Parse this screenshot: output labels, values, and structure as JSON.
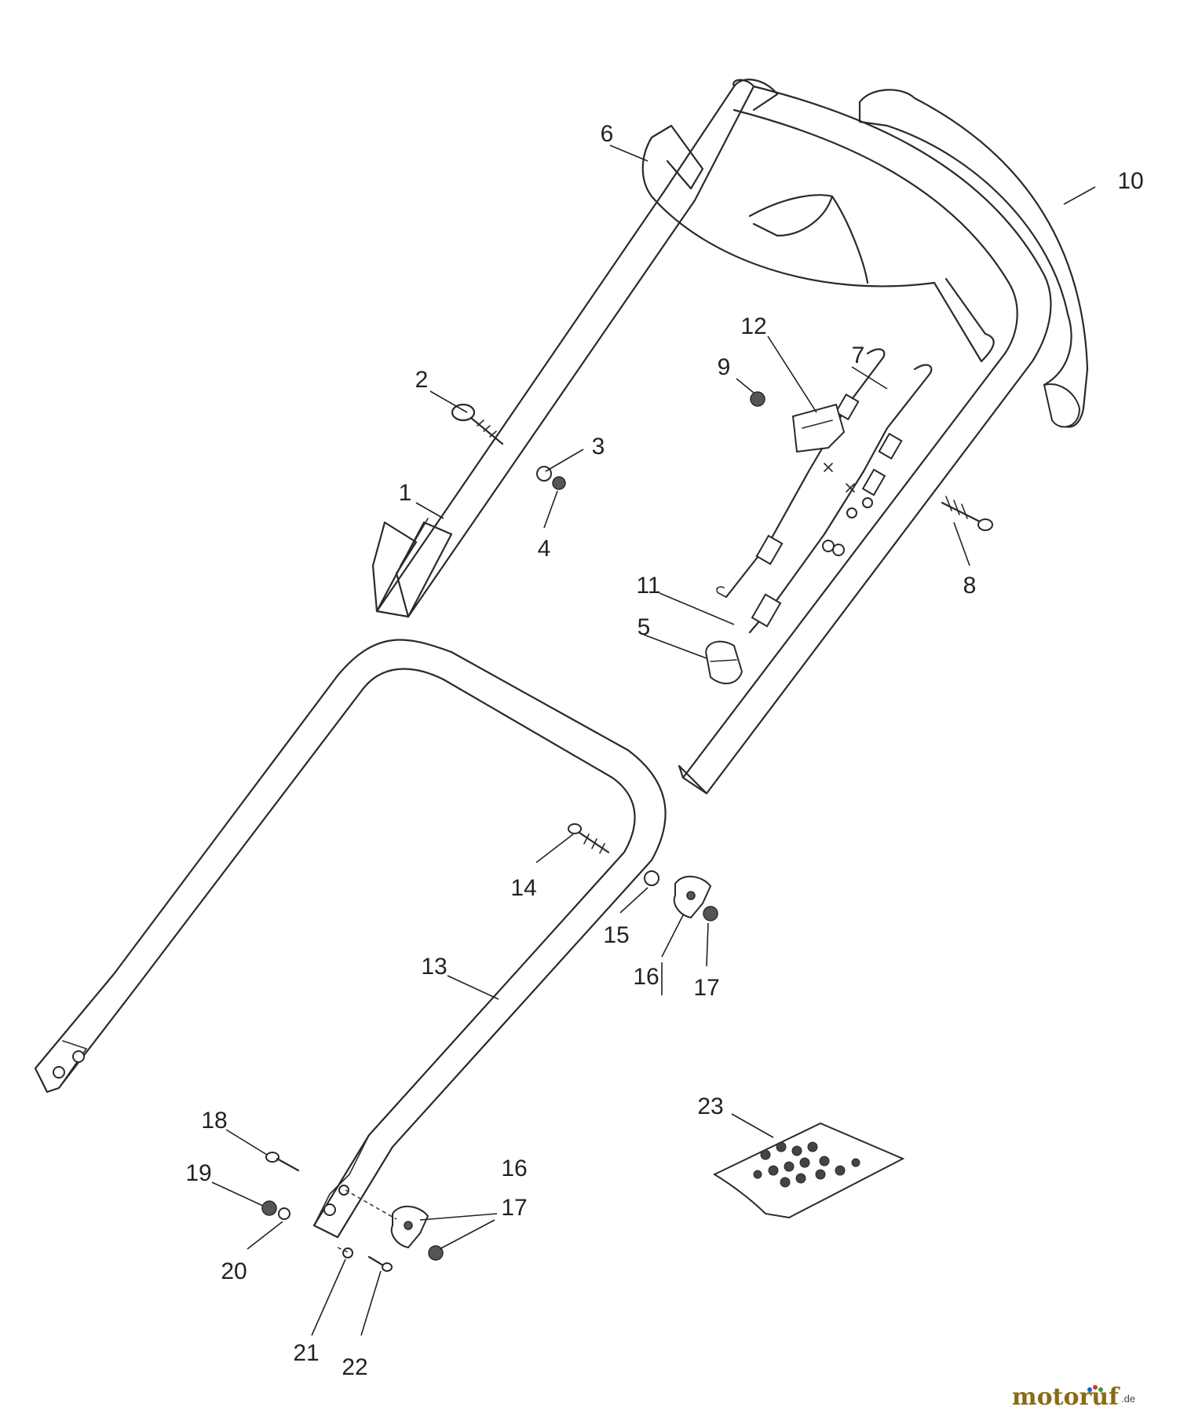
{
  "callouts": [
    "1",
    "2",
    "3",
    "4",
    "5",
    "6",
    "7",
    "8",
    "9",
    "10",
    "11",
    "12",
    "13",
    "14",
    "15",
    "16",
    "17",
    "18",
    "19",
    "20",
    "21",
    "22",
    "23"
  ],
  "watermark": {
    "text": "motoruf",
    "suffix": ".de"
  },
  "colors": {
    "line": "#2a2a2a",
    "background": "#ffffff",
    "watermark_text": "#8a6a14",
    "watermark_dot_blue": "#1f5fbf",
    "watermark_dot_red": "#d23a2a",
    "watermark_dot_green": "#3a9a3a"
  }
}
